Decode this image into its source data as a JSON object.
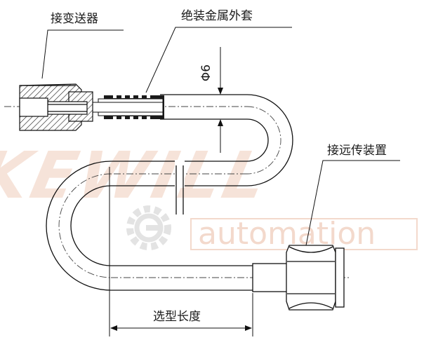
{
  "watermark": {
    "brand": "KEWILL",
    "tagline": "automation",
    "colors": {
      "brand": "#f6e3d9",
      "tagline_box": "#f3d9cc",
      "gear": "#e6e6e6"
    }
  },
  "labels": {
    "transmitter_connection": "接变送器",
    "insulated_metal_sheath": "绝装金属外套",
    "diameter": "Φ6",
    "remote_device_connection": "接远传装置",
    "selected_length": "选型长度"
  }
}
